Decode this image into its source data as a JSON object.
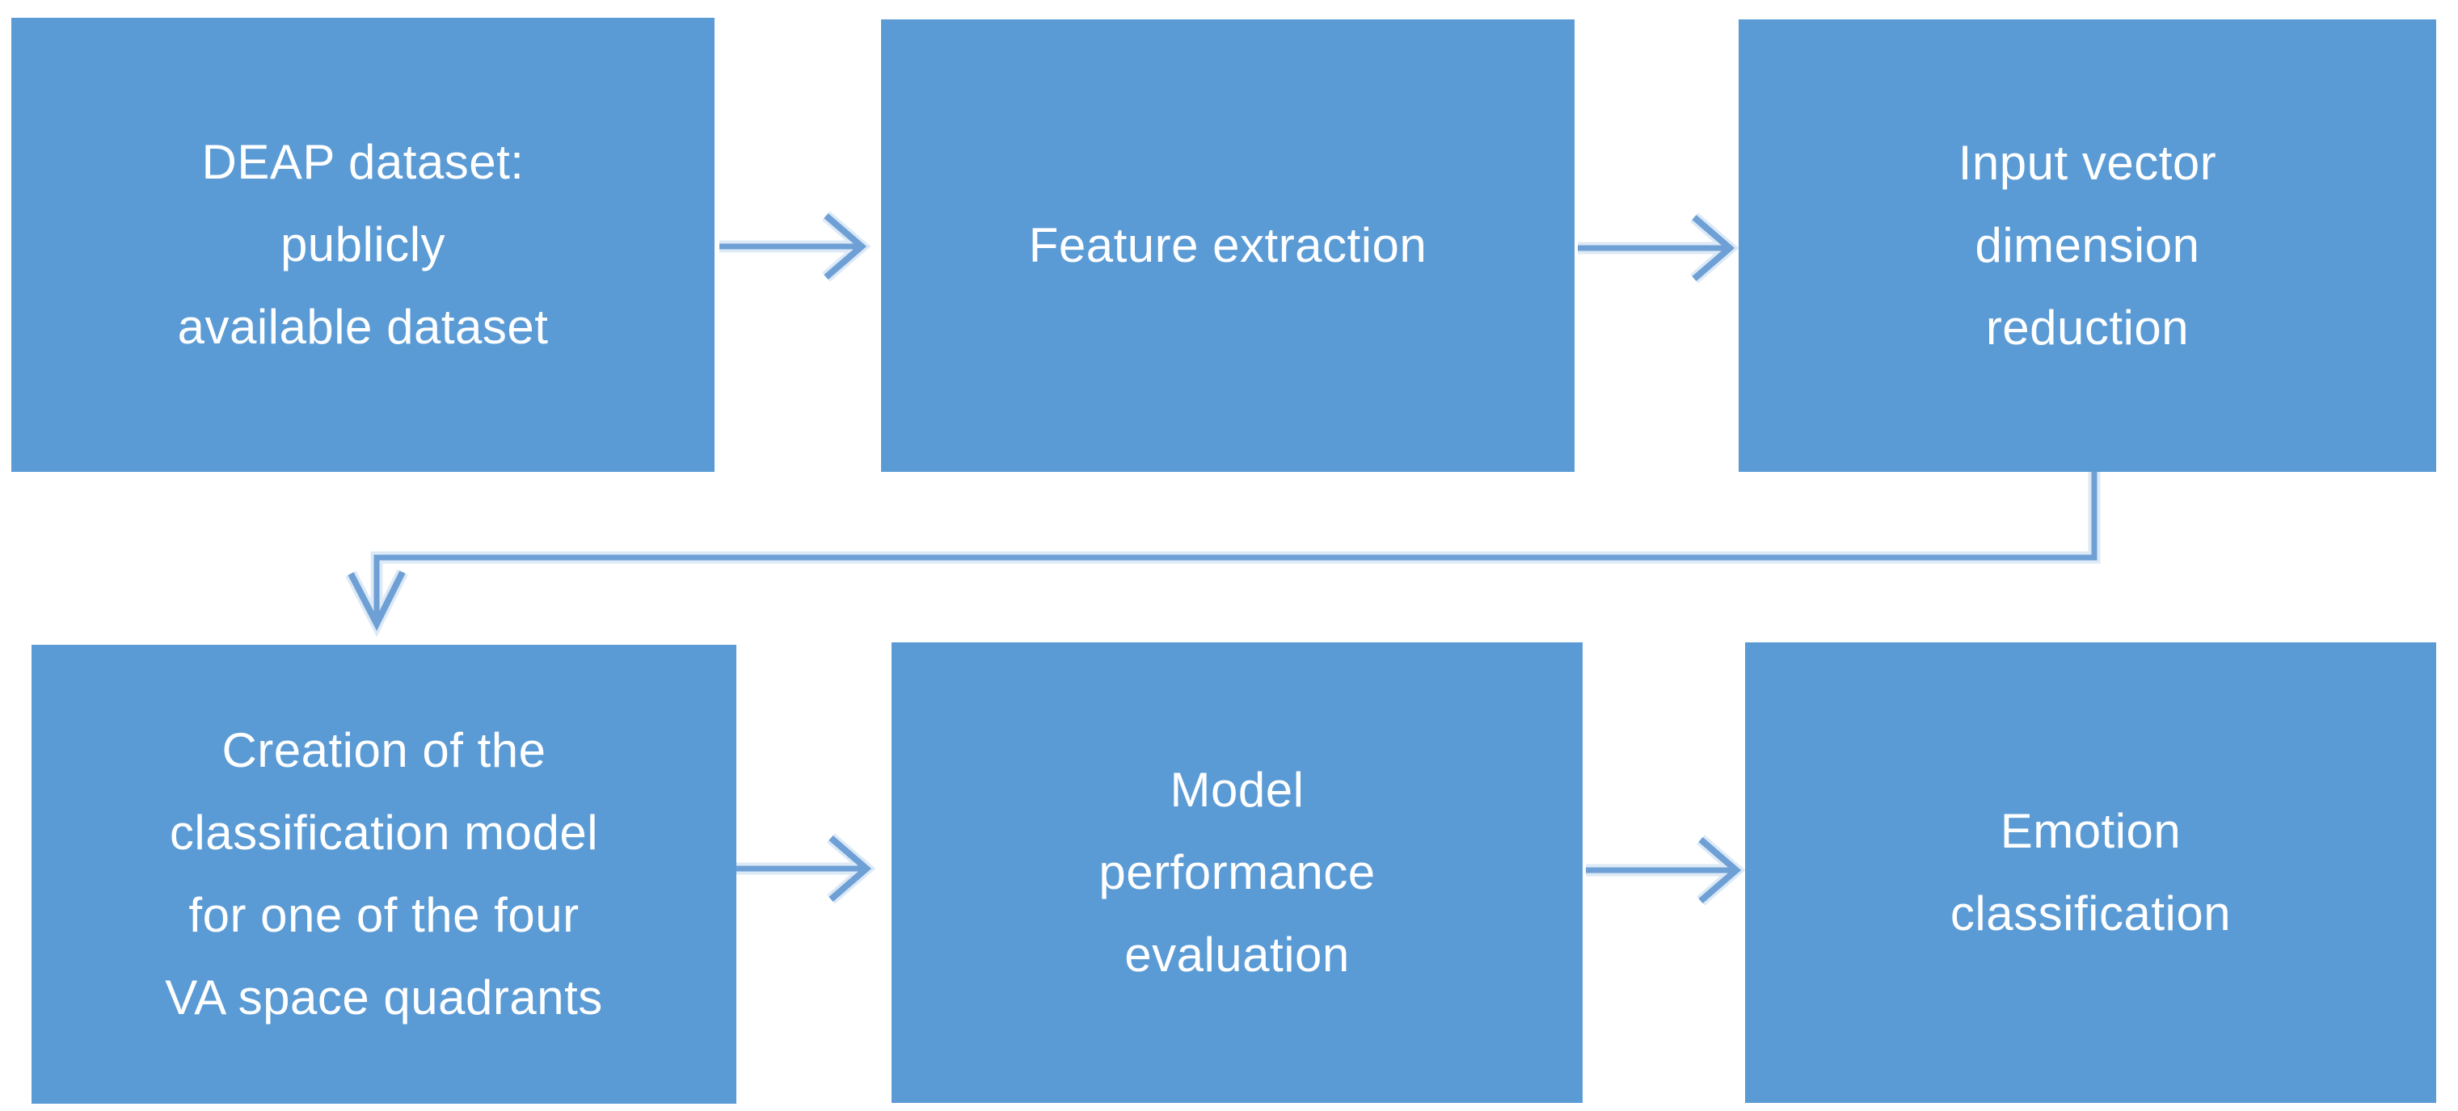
{
  "diagram": {
    "colors": {
      "box-fill": "#5B9BD5",
      "text-color": "#FFFFFF",
      "connector-main": "#6FA0D5",
      "connector-halo": "#DCE9F6",
      "page-bg": "#FFFFFF"
    },
    "boxes": [
      {
        "id": "deap-dataset",
        "label": "DEAP dataset:\npublicly\navailable dataset"
      },
      {
        "id": "feature-extraction",
        "label": "Feature extraction"
      },
      {
        "id": "input-vector-dimension-reduction",
        "label": "Input vector\ndimension\nreduction"
      },
      {
        "id": "classification-model-creation",
        "label": "Creation of the\nclassification model\nfor one of the four\nVA space quadrants"
      },
      {
        "id": "model-performance-evaluation",
        "label": "Model\nperformance\nevaluation"
      },
      {
        "id": "emotion-classification",
        "label": "Emotion\nclassification"
      }
    ],
    "connectors": [
      {
        "id": "arrow-deap-to-feature",
        "from": "deap-dataset",
        "to": "feature-extraction"
      },
      {
        "id": "arrow-feature-to-reduction",
        "from": "feature-extraction",
        "to": "input-vector-dimension-reduction"
      },
      {
        "id": "elbow-reduction-to-model-creation",
        "from": "input-vector-dimension-reduction",
        "to": "classification-model-creation"
      },
      {
        "id": "arrow-creation-to-evaluation",
        "from": "classification-model-creation",
        "to": "model-performance-evaluation"
      },
      {
        "id": "arrow-evaluation-to-classification",
        "from": "model-performance-evaluation",
        "to": "emotion-classification"
      }
    ]
  }
}
